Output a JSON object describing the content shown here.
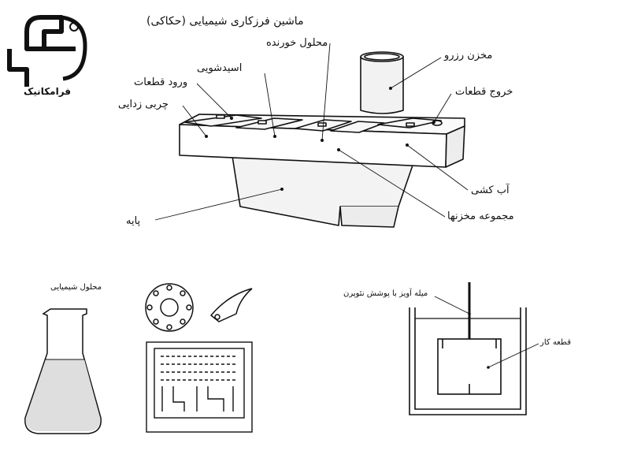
{
  "logo": {
    "text": "فرامکانیک",
    "icon": "gear-logo-icon"
  },
  "machine": {
    "title": "ماشین فرزکاری شیمیایی (حکاکی)",
    "labels": {
      "etchant": "محلول خورنده",
      "acid_wash": "اسیدشویی",
      "parts_in": "ورود قطعات",
      "degrease": "چربی زدایی",
      "reservoir": "مخزن رزرو",
      "parts_out": "خروج قطعات",
      "rinse": "آب کشی",
      "tanks": "مجموعه مخزنها",
      "base": "پایه"
    }
  },
  "flask": {
    "label": "محلول شیمیایی"
  },
  "hanger": {
    "rod_label": "میله آویز با پوشش نئوپرن",
    "part_label": "قطعه کار"
  }
}
